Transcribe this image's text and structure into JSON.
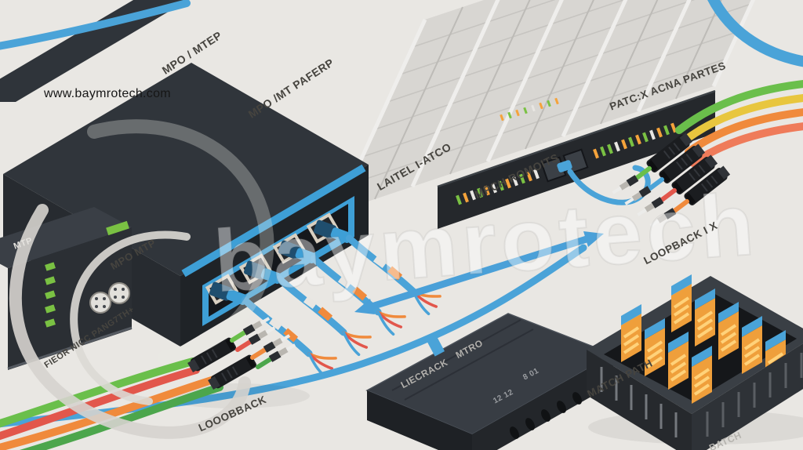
{
  "site": {
    "url": "www.baymrotech.com"
  },
  "watermark": {
    "text": "baymrotech"
  },
  "labels": {
    "mpo_mtep": "MPO / MTEP",
    "mpo_mt_paperp": "MPO /MT PAFERP",
    "laitel_atco": "LAITEL I-ATCO",
    "mpch_romoits": "MPCH ROMOITS",
    "patcx_acna_partes": "PATC:X ACNA PARTES",
    "loopback_ix": "LOOPBACK I X",
    "match_path": "MATCH PATH",
    "looobback": "LOOOBBACK",
    "fieor_nicc": "FIEOR NICC PANG7TH+",
    "mtp_small": "MTP",
    "mpo_mtp": "MPO MTP",
    "liecrack": "LIECRACK",
    "mtro": "MTRO",
    "code_801": "8 01",
    "code_1212": "12 12",
    "batch": "BATCH"
  },
  "colors": {
    "background": "#e9e7e3",
    "accent_blue": "#4aa3d8",
    "fiber_green": "#6abf4b",
    "fiber_orange": "#f08a3c",
    "fiber_red": "#e2574c",
    "fiber_yellow": "#e8c63e",
    "cassette_orange": "#ef9f3b",
    "cassette_yellow": "#ffd27a",
    "device_dark": "#2b2f34",
    "rack_light": "#d8d6d2"
  }
}
